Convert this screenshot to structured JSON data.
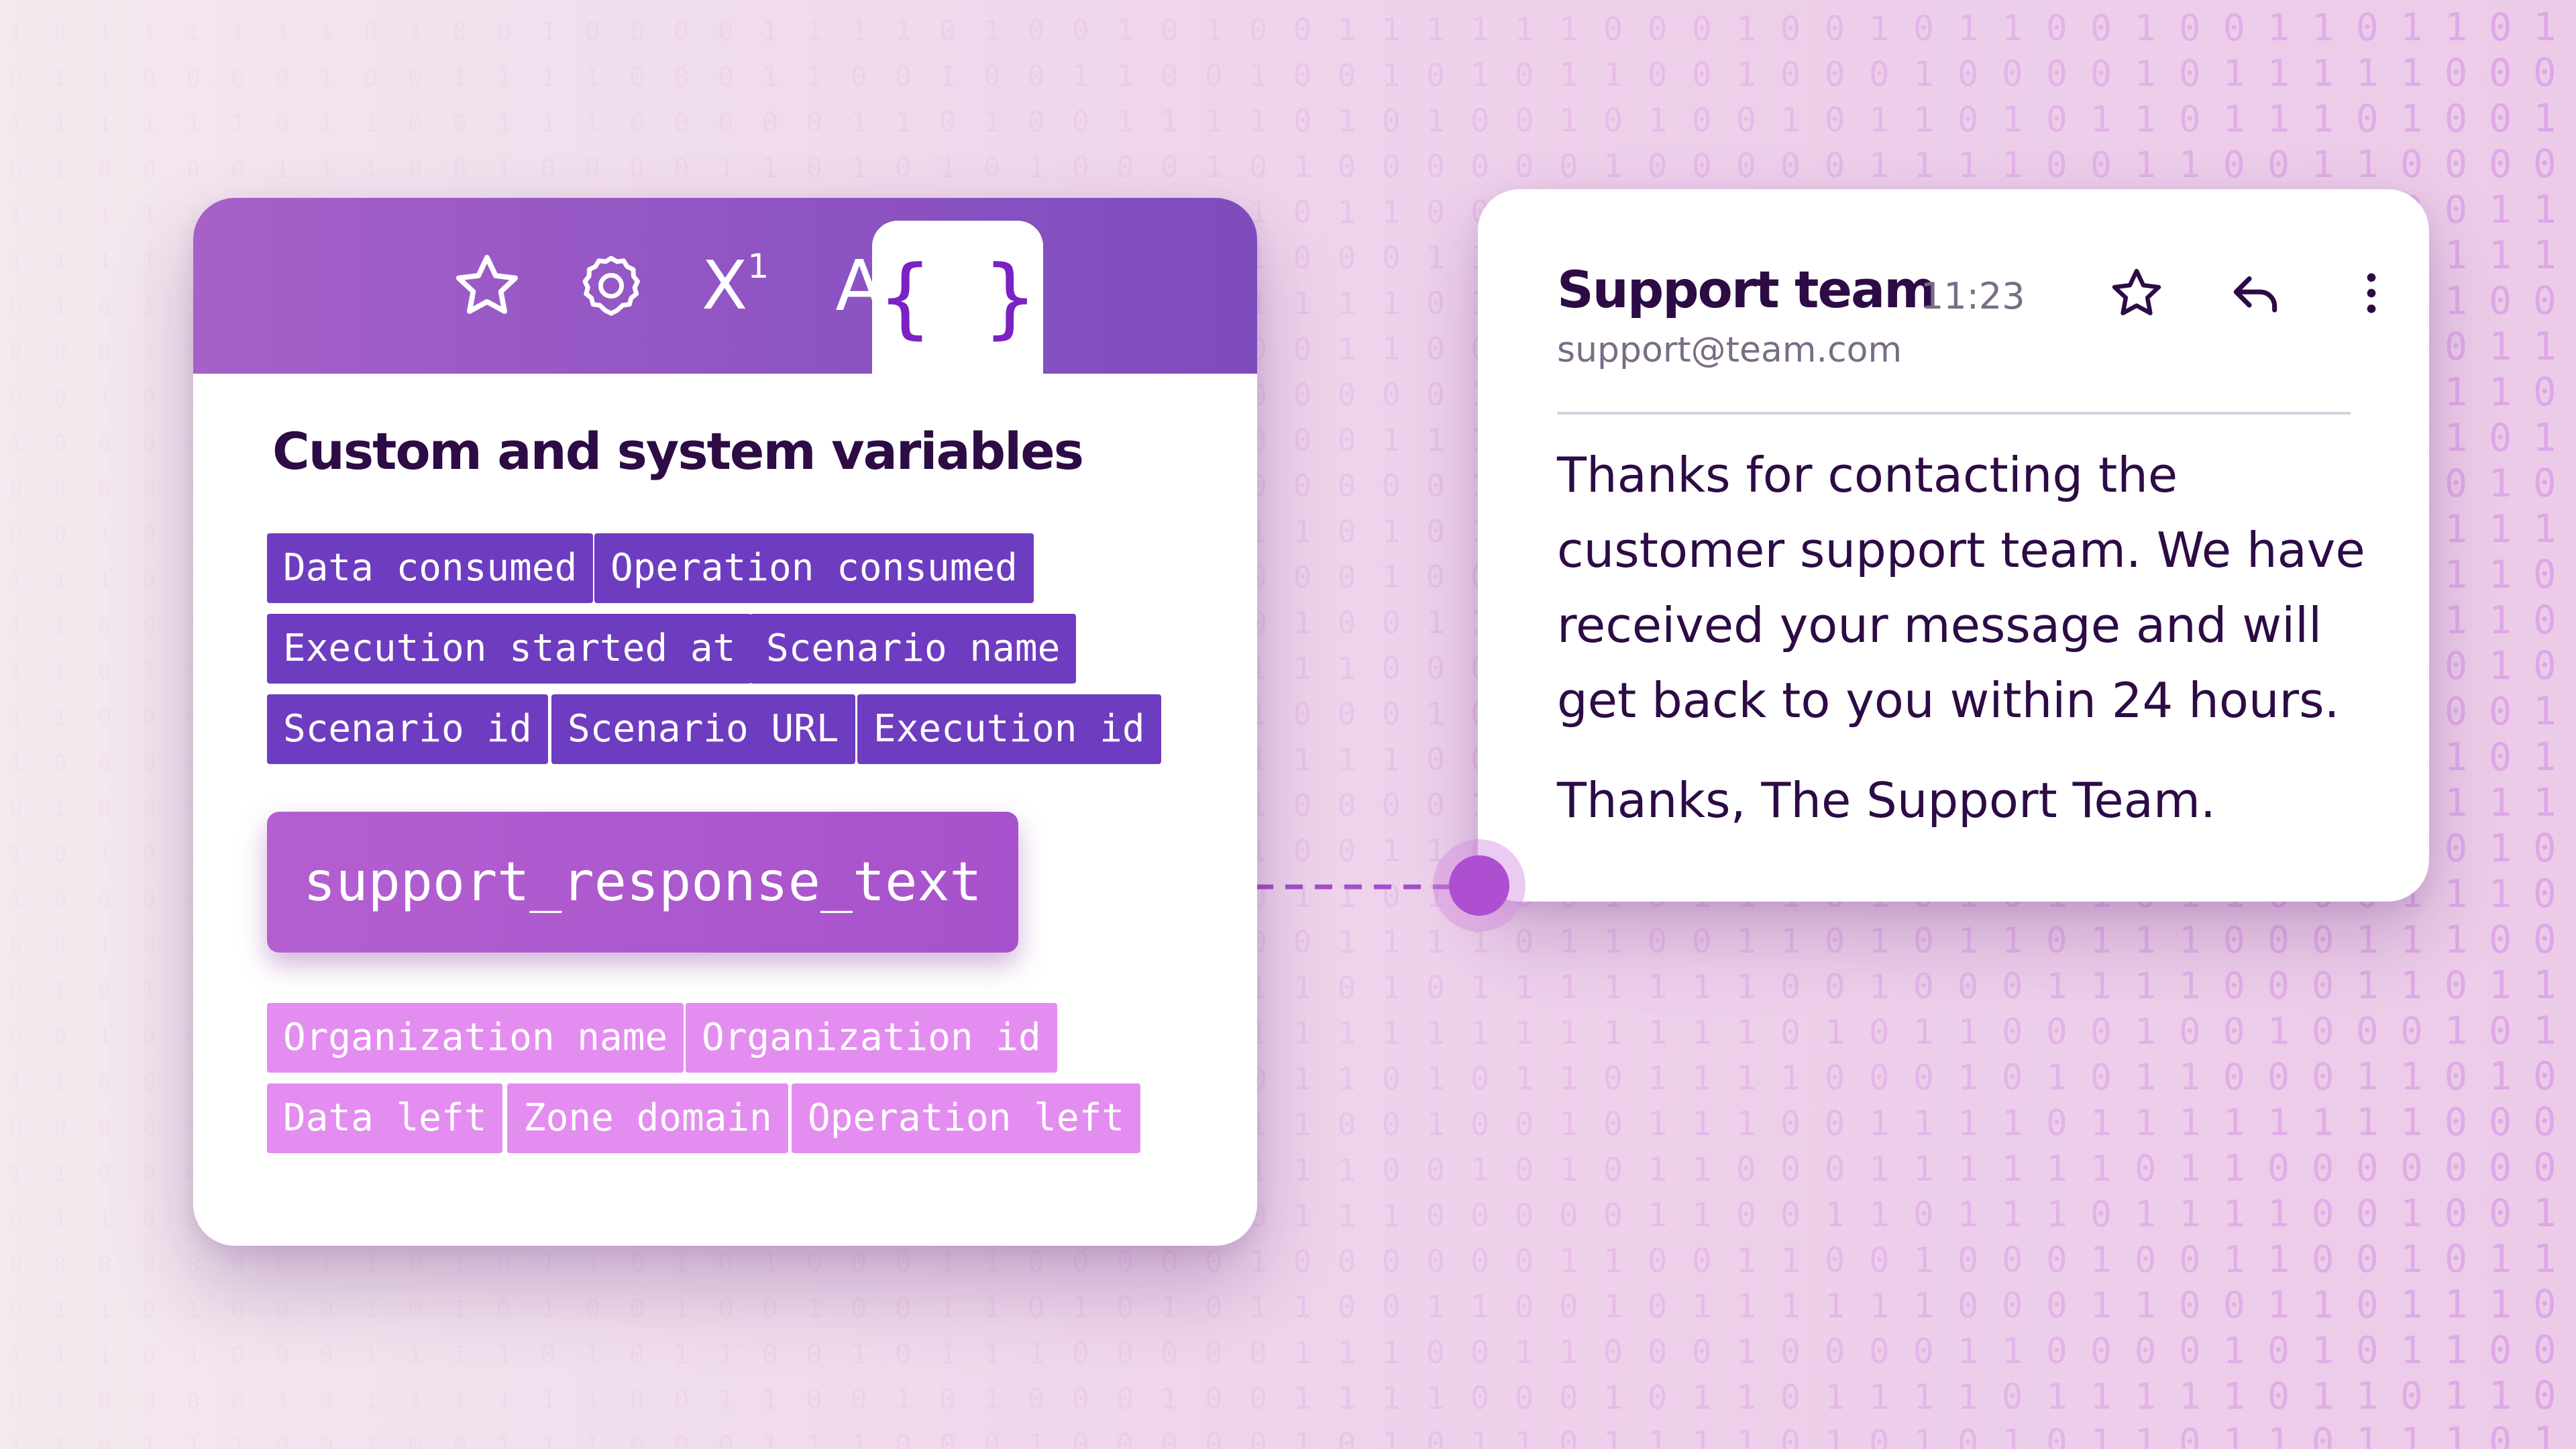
{
  "toolbar": {
    "tools": [
      {
        "id": "favorites",
        "icon": "star-icon"
      },
      {
        "id": "settings",
        "icon": "gear-icon"
      },
      {
        "id": "math",
        "icon": "superscript-icon",
        "label": "X",
        "sup": "1"
      },
      {
        "id": "text",
        "icon": "text-icon",
        "label": "A"
      },
      {
        "id": "date",
        "icon": "calendar-icon"
      },
      {
        "id": "variables",
        "icon": "braces-icon",
        "label": "{ }",
        "active": true
      },
      {
        "id": "help",
        "icon": "question-icon",
        "label": "?"
      },
      {
        "id": "close",
        "icon": "close-icon",
        "label": "×"
      }
    ]
  },
  "panel": {
    "title": "Custom and system variables",
    "system_variables": [
      "Data consumed",
      "Operation consumed",
      "Execution started at",
      "Scenario name",
      "Scenario id",
      "Scenario URL",
      "Execution id"
    ],
    "selected_variable": "support_response_text",
    "organization_variables": [
      "Organization name",
      "Organization id",
      "Data left",
      "Zone domain",
      "Operation left"
    ]
  },
  "email": {
    "sender": "Support team",
    "time": "11:23",
    "address": "support@team.com",
    "body": "Thanks for contacting the customer support team. We have received your message and will get back to you within 24 hours.",
    "signoff": "Thanks, The Support Team."
  },
  "colors": {
    "accent_dark": "#6e3cc0",
    "accent_light": "#e48df0",
    "toolbar_start": "#a660c8",
    "toolbar_end": "#7d4cbc",
    "text_dark": "#2d0b45",
    "connector_dot": "#ad4fd0"
  }
}
